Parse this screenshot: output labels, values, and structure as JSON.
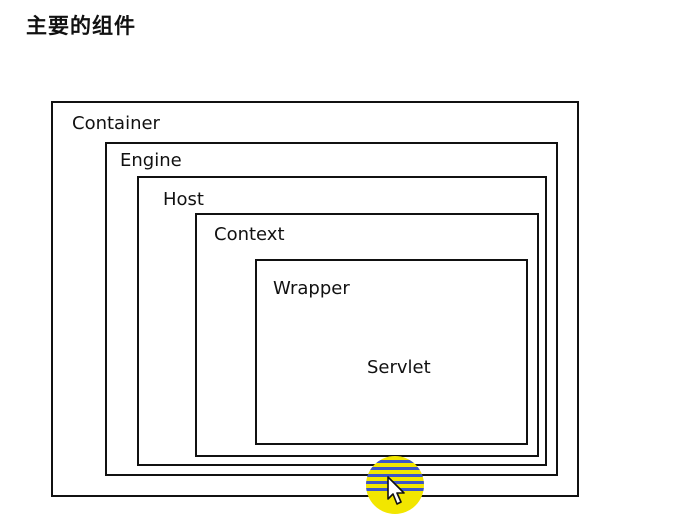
{
  "page": {
    "title": "主要的组件"
  },
  "diagram": {
    "boxes": {
      "container": "Container",
      "engine": "Engine",
      "host": "Host",
      "context": "Context",
      "wrapper": "Wrapper",
      "servlet": "Servlet"
    }
  },
  "overlay": {
    "cursor_icon": "mouse-pointer-icon",
    "highlight_color": "#f2e600",
    "stripe_color": "#3d55c8"
  }
}
